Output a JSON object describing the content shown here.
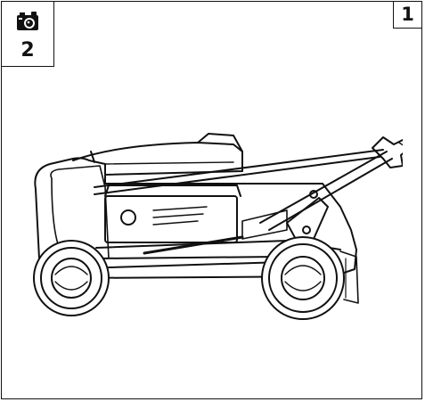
{
  "page": {
    "step_number": "2",
    "page_number": "1",
    "step_icon": "camera-icon"
  },
  "illustration": {
    "subject": "lawn-mower-side-view",
    "line_color": "#111111"
  }
}
